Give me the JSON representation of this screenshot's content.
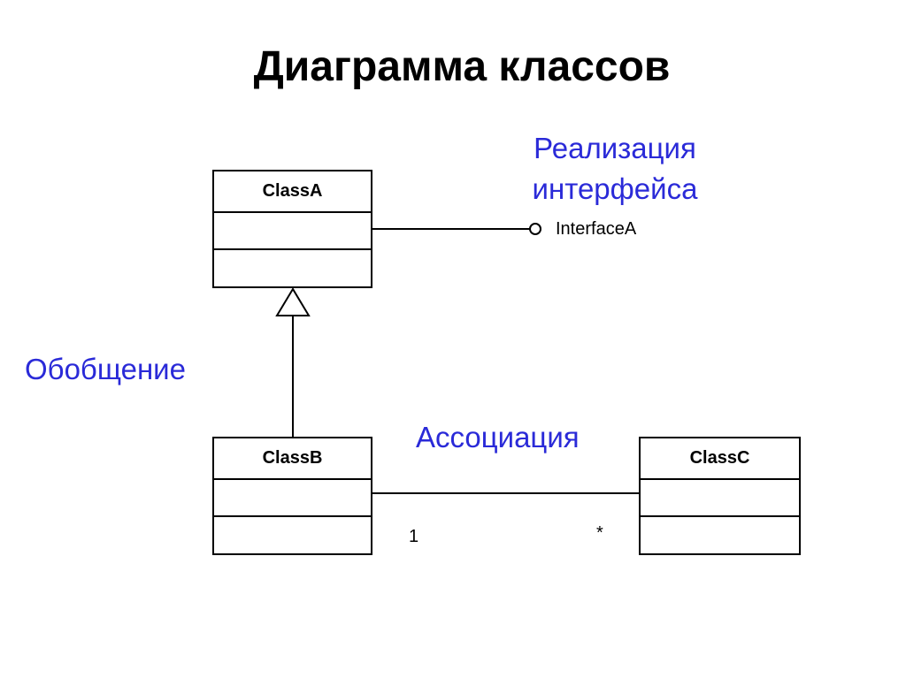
{
  "title": "Диаграмма классов",
  "labels": {
    "realization": "Реализация интерфейса",
    "generalization": "Обобщение",
    "association": "Ассоциация"
  },
  "classes": {
    "class_a": "ClassA",
    "class_b": "ClassB",
    "class_c": "ClassC"
  },
  "interface": "InterfaceA",
  "multiplicity": {
    "class_b_end": "1",
    "class_c_end": "*"
  },
  "colors": {
    "annotation": "#2a2ad8",
    "lines": "#000000"
  }
}
